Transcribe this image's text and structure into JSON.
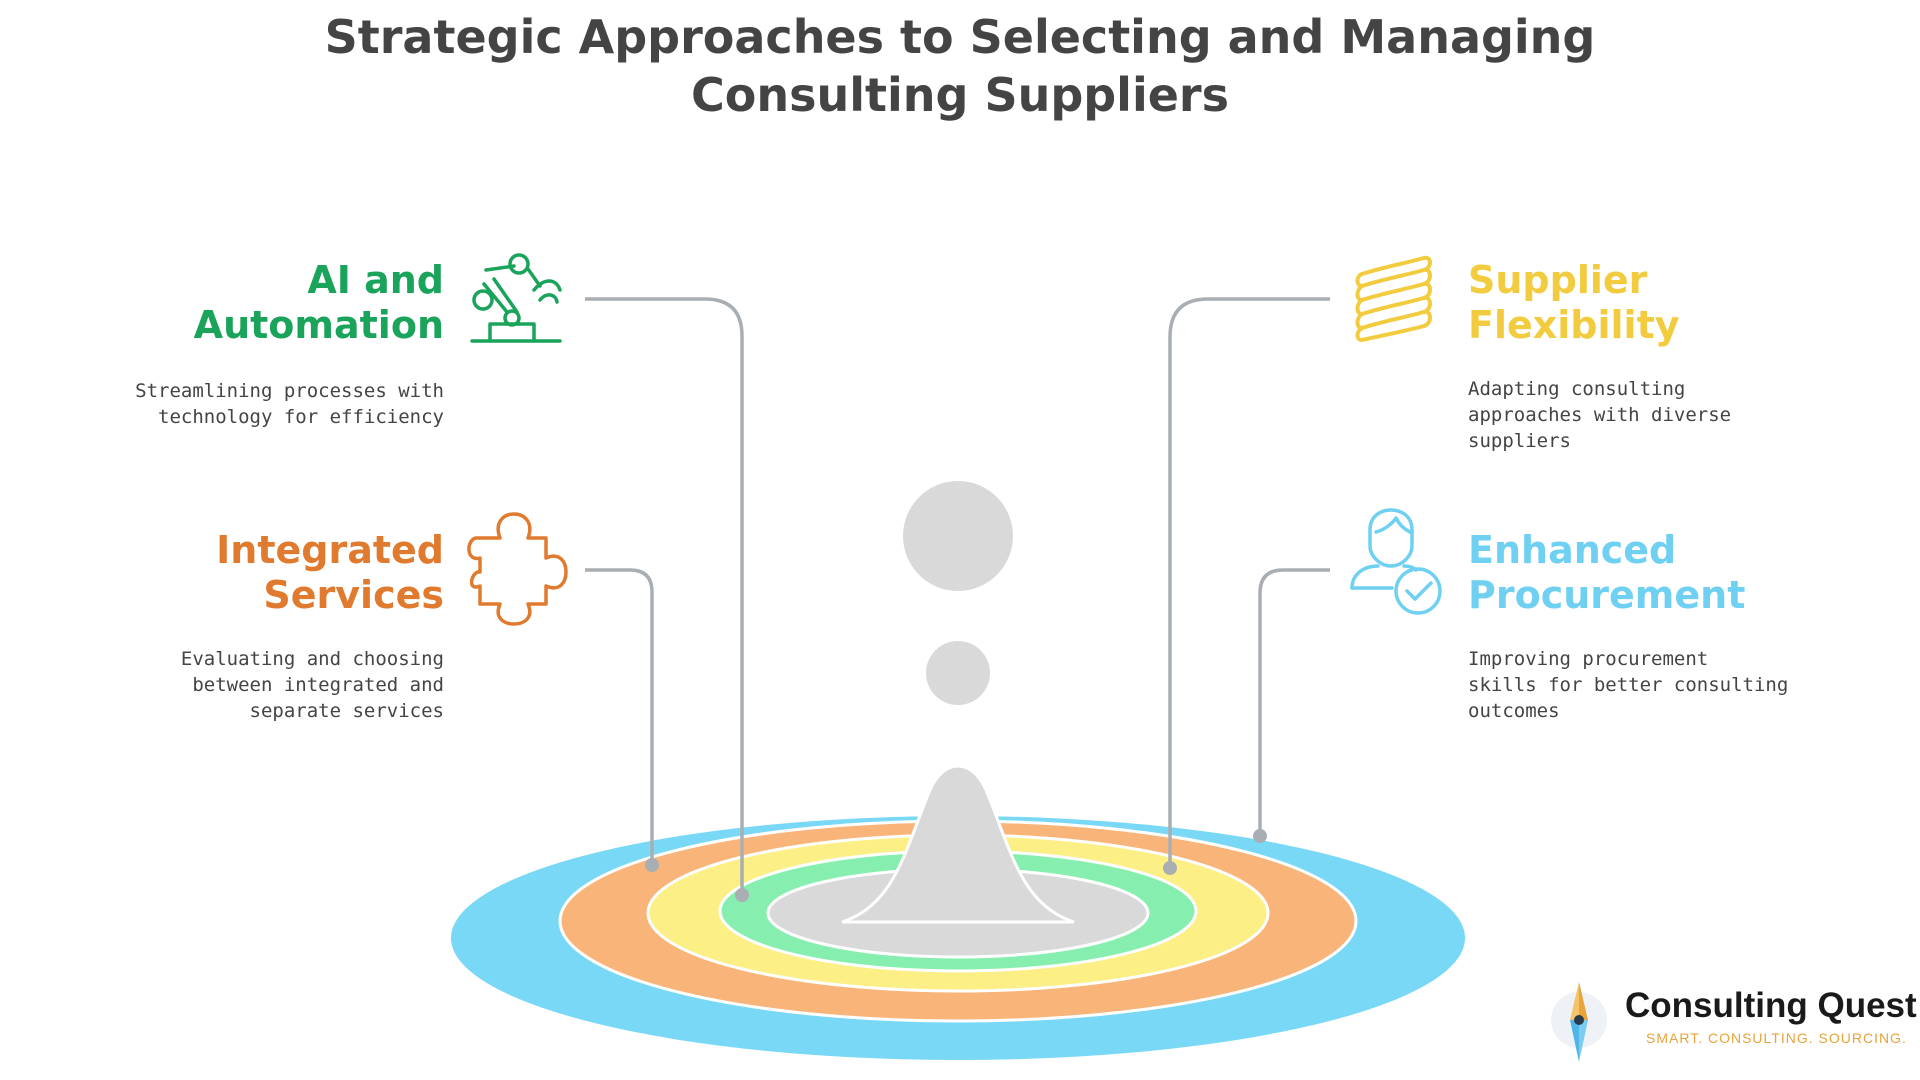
{
  "title": {
    "line1": "Strategic Approaches to Selecting and Managing",
    "line2": "Consulting Suppliers"
  },
  "items": {
    "ai": {
      "heading_line1": "AI and",
      "heading_line2": "Automation",
      "desc_line1": "Streamlining processes with",
      "desc_line2": "technology for efficiency",
      "color": "#1aa35a",
      "icon": "robot-arm-icon"
    },
    "integrated": {
      "heading_line1": "Integrated",
      "heading_line2": "Services",
      "desc_line1": "Evaluating and choosing",
      "desc_line2": "between integrated and",
      "desc_line3": "separate services",
      "color": "#e07a2e",
      "icon": "puzzle-piece-icon"
    },
    "supplier": {
      "heading_line1": "Supplier",
      "heading_line2": "Flexibility",
      "desc_line1": "Adapting consulting",
      "desc_line2": "approaches with diverse",
      "desc_line3": "suppliers",
      "color": "#f2cc3e",
      "icon": "spring-coil-icon"
    },
    "procurement": {
      "heading_line1": "Enhanced",
      "heading_line2": "Procurement",
      "desc_line1": "Improving procurement",
      "desc_line2": "skills for better consulting",
      "desc_line3": "outcomes",
      "color": "#6fd0f2",
      "icon": "user-check-icon"
    }
  },
  "rings": {
    "outer_color": "#7ad8f7",
    "second_color": "#f9b47a",
    "third_color": "#fcef86",
    "fourth_color": "#86efb0",
    "center_color": "#d9d9d9",
    "connector_color": "#a9aeb3"
  },
  "brand": {
    "name": "Consulting Quest",
    "tagline": "SMART. CONSULTING. SOURCING."
  }
}
